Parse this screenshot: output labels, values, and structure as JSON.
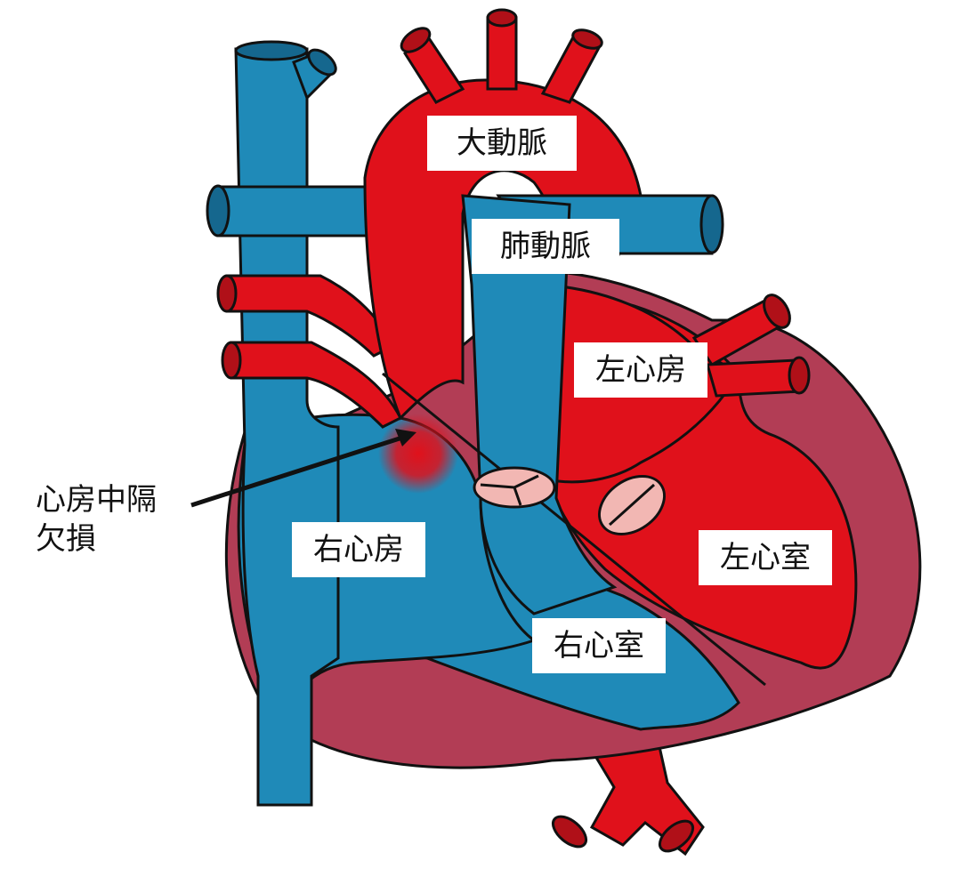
{
  "labels": {
    "aorta": "大動脈",
    "pulmonary_artery": "肺動脈",
    "left_atrium": "左心房",
    "right_atrium": "右心房",
    "left_ventricle": "左心室",
    "right_ventricle": "右心室",
    "asd_line1": "心房中隔",
    "asd_line2": "欠損"
  },
  "colors": {
    "arterial": "#e0111b",
    "venous": "#1f8ab8",
    "venous_dark": "#15678e",
    "myocardium": "#b23d55",
    "valve": "#f2b7b3",
    "outline": "#111111"
  }
}
